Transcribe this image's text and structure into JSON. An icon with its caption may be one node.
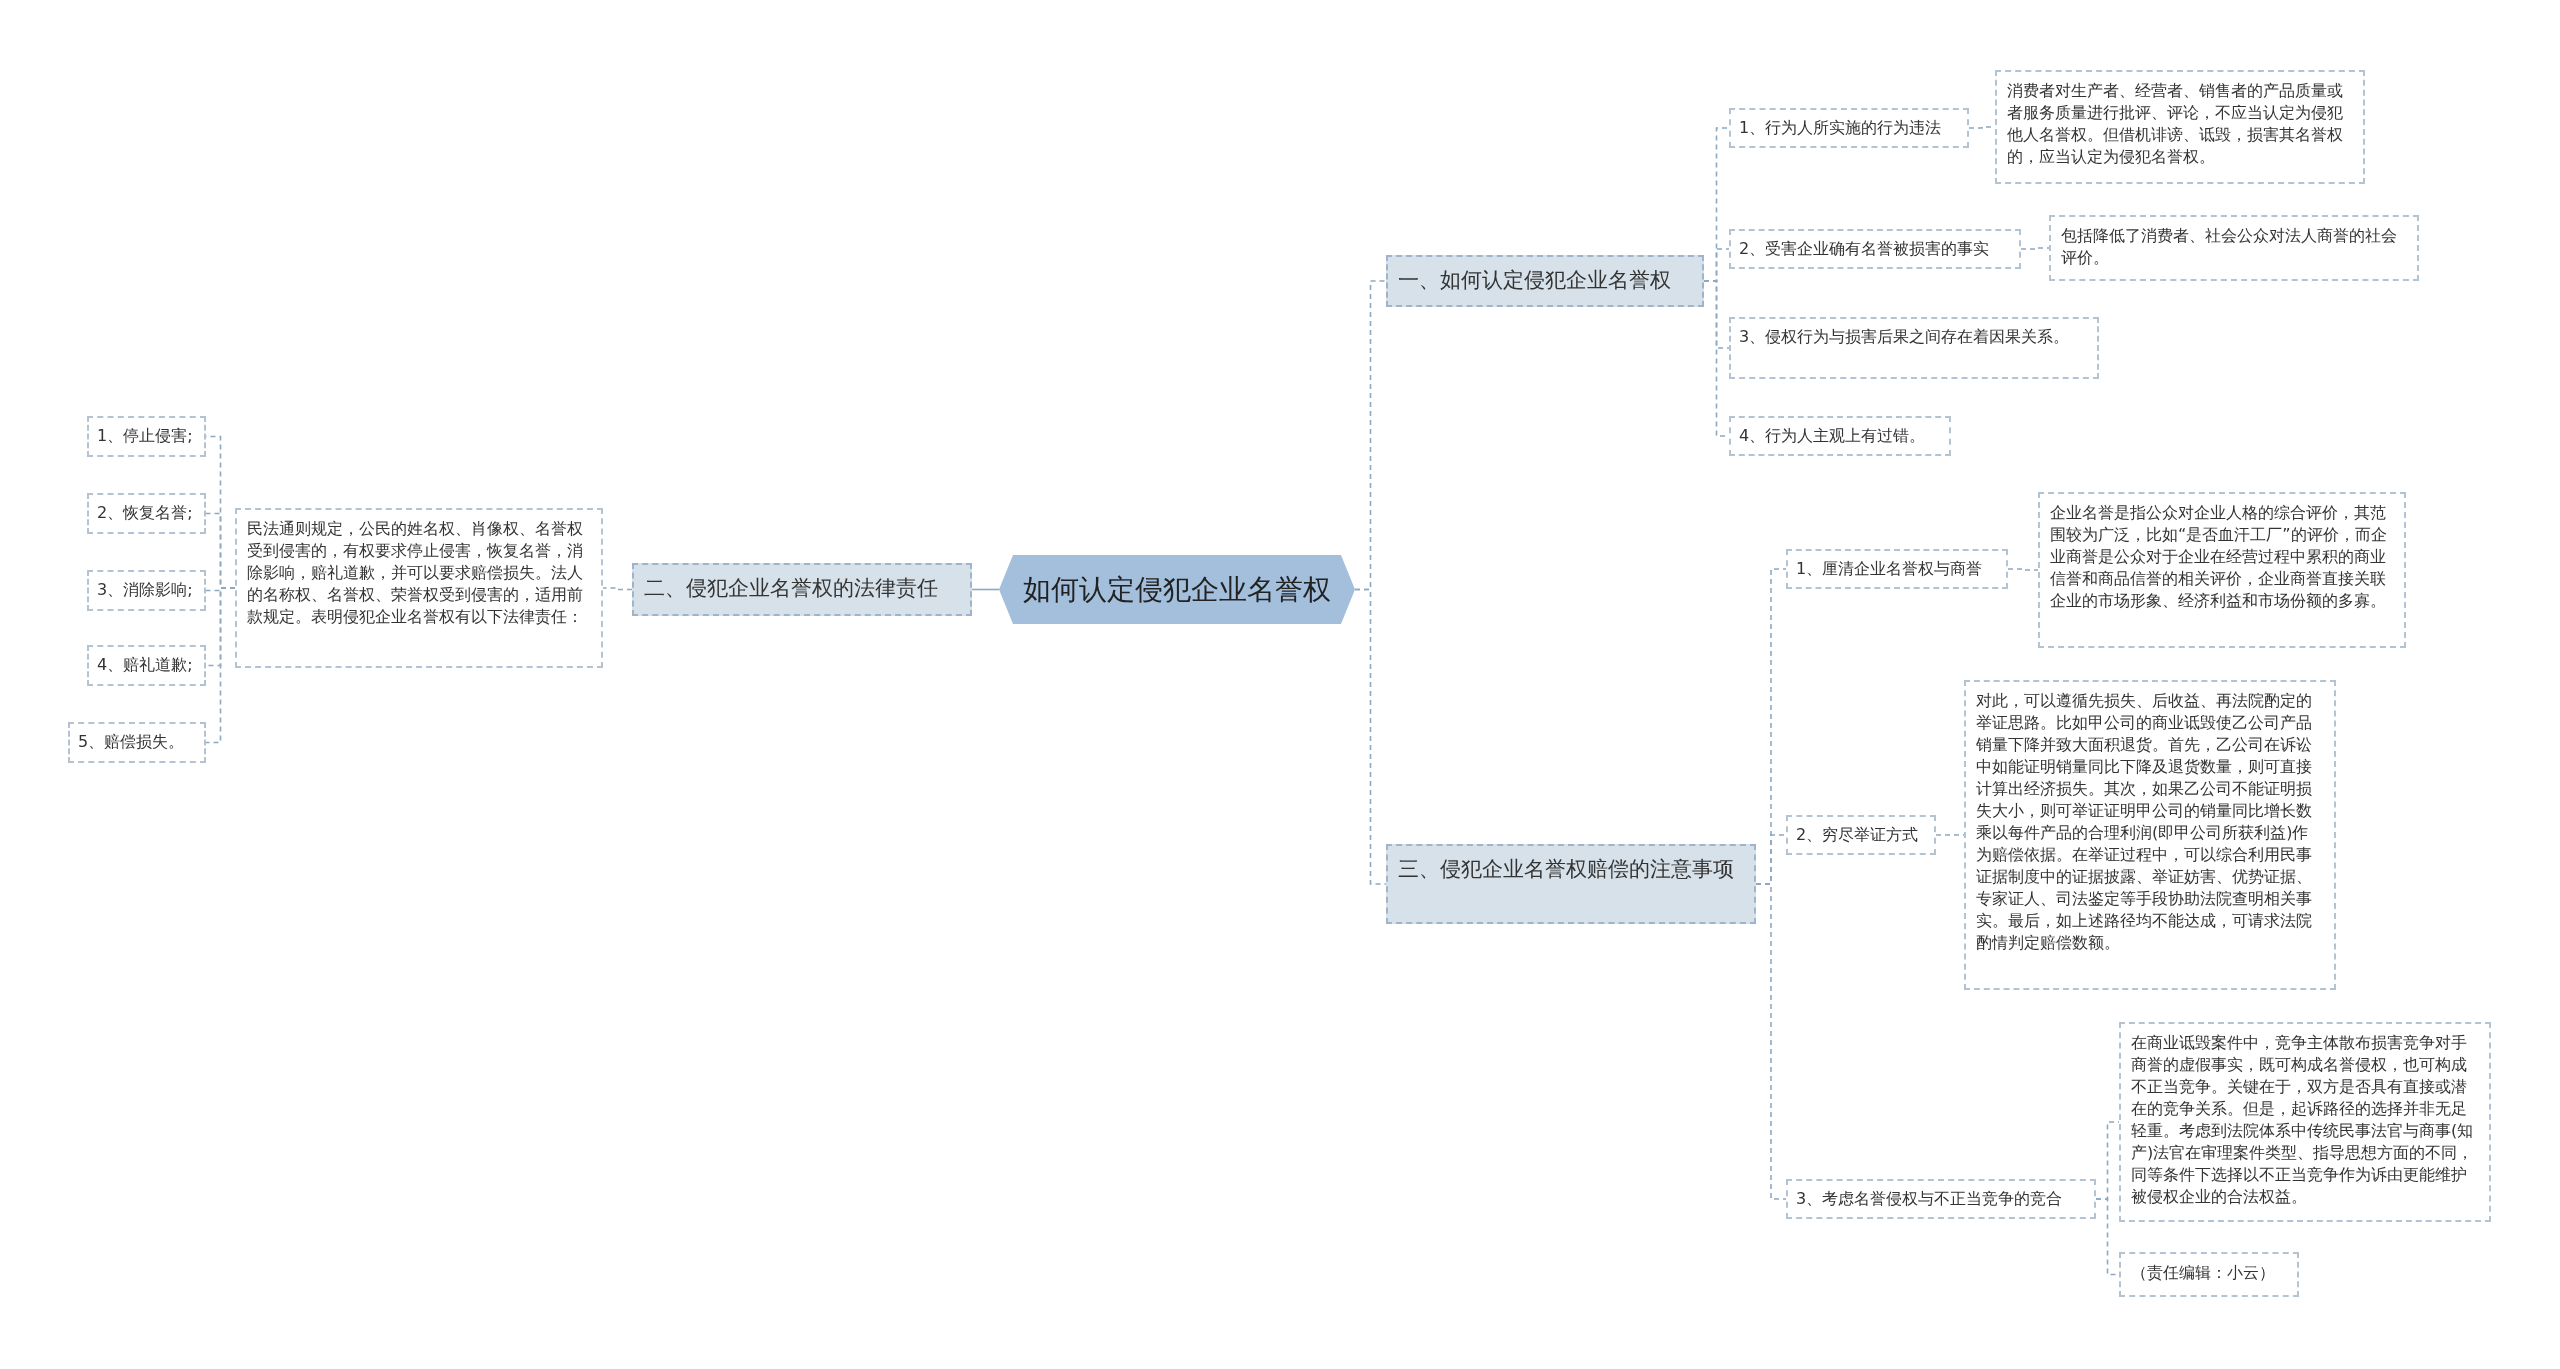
{
  "diagram": {
    "nodes": [
      {
        "text": [
          "如何认定侵犯企业名誉权"
        ]
      },
      {
        "text": [
          "一、如何认定侵犯企业名誉权"
        ]
      },
      {
        "text": [
          "1、行为人所实施的行为违法"
        ]
      },
      {
        "text": [
          "消费者对生产者、经营者、销售者的产品质量或者服务质量进行批评、评论，不应当认定为侵犯他人名誉权。但借机诽谤、诋毁，损害其名誉权的，应当认定为侵犯名誉权。"
        ]
      },
      {
        "text": [
          "2、受害企业确有名誉被损害的事实"
        ]
      },
      {
        "text": [
          "包括降低了消费者、社会公众对法人商誉的社会评价。"
        ]
      },
      {
        "text": [
          "3、侵权行为与损害后果之间存在着因果关系。"
        ]
      },
      {
        "text": [
          "4、行为人主观上有过错。"
        ]
      },
      {
        "text": [
          "二、侵犯企业名誉权的法律责任"
        ]
      },
      {
        "text": [
          "民法通则规定，公民的姓名权、肖像权、名誉权受到侵害的，有权要求停止侵害，恢复名誉，消除影响，赔礼道歉，并可以要求赔偿损失。法人的名称权、名誉权、荣誉权受到侵害的，适用前款规定。表明侵犯企业名誉权有以下法律责任："
        ]
      },
      {
        "text": [
          "1、停止侵害;"
        ]
      },
      {
        "text": [
          "2、恢复名誉;"
        ]
      },
      {
        "text": [
          "3、消除影响;"
        ]
      },
      {
        "text": [
          "4、赔礼道歉;"
        ]
      },
      {
        "text": [
          "5、赔偿损失。"
        ]
      },
      {
        "text": [
          "三、侵犯企业名誉权赔偿的注意事项"
        ]
      },
      {
        "text": [
          "1、厘清企业名誉权与商誉"
        ]
      },
      {
        "text": [
          "企业名誉是指公众对企业人格的综合评价，其范围较为广泛，比如“是否血汗工厂”的评价，而企业商誉是公众对于企业在经营过程中累积的商业信誉和商品信誉的相关评价，企业商誉直接关联企业的市场形象、经济利益和市场份额的多寡。"
        ]
      },
      {
        "text": [
          "2、穷尽举证方式"
        ]
      },
      {
        "text": [
          "对此，可以遵循先损失、后收益、再法院酌定的举证思路。比如甲公司的商业诋毁使乙公司产品销量下降并致大面积退货。首先，乙公司在诉讼中如能证明销量同比下降及退货数量，则可直接计算出经济损失。其次，如果乙公司不能证明损失大小，则可举证证明甲公司的销量同比增长数乘以每件产品的合理利润(即甲公司所获利益)作为赔偿依据。在举证过程中，可以综合利用民事证据制度中的证据披露、举证妨害、优势证据、专家证人、司法鉴定等手段协助法院查明相关事实。最后，如上述路径均不能达成，可请求法院酌情判定赔偿数额。"
        ]
      },
      {
        "text": [
          "3、考虑名誉侵权与不正当竞争的竞合"
        ]
      },
      {
        "text": [
          "在商业诋毁案件中，竞争主体散布损害竞争对手商誉的虚假事实，既可构成名誉侵权，也可构成不正当竞争。关键在于，双方是否具有直接或潜在的竞争关系。但是，起诉路径的选择并非无足轻重。考虑到法院体系中传统民事法官与商事(知产)法官在审理案件类型、指导思想方面的不同，同等条件下选择以不正当竞争作为诉由更能维护被侵权企业的合法权益。"
        ]
      },
      {
        "text": [
          "（责任编辑：小云）"
        ]
      }
    ],
    "edges": [
      {
        "from": 0,
        "to": 1,
        "arrow": "none",
        "style": "dashed"
      },
      {
        "from": 1,
        "to": 2,
        "arrow": "none",
        "style": "dashed"
      },
      {
        "from": 2,
        "to": 3,
        "arrow": "none",
        "style": "dashed"
      },
      {
        "from": 1,
        "to": 4,
        "arrow": "none",
        "style": "dashed"
      },
      {
        "from": 4,
        "to": 5,
        "arrow": "none",
        "style": "dashed"
      },
      {
        "from": 1,
        "to": 6,
        "arrow": "none",
        "style": "dashed"
      },
      {
        "from": 1,
        "to": 7,
        "arrow": "none",
        "style": "dashed"
      },
      {
        "from": 0,
        "to": 8,
        "arrow": "none"
      },
      {
        "from": 8,
        "to": 9,
        "arrow": "none",
        "style": "dashed"
      },
      {
        "from": 9,
        "to": 10,
        "arrow": "none",
        "style": "dashed"
      },
      {
        "from": 9,
        "to": 11,
        "arrow": "none",
        "style": "dashed"
      },
      {
        "from": 9,
        "to": 12,
        "arrow": "none",
        "style": "dashed"
      },
      {
        "from": 9,
        "to": 13,
        "arrow": "none",
        "style": "dashed"
      },
      {
        "from": 9,
        "to": 14,
        "arrow": "none",
        "style": "dashed"
      },
      {
        "from": 0,
        "to": 15,
        "arrow": "none",
        "style": "dashed"
      },
      {
        "from": 15,
        "to": 16,
        "arrow": "none",
        "style": "dashed"
      },
      {
        "from": 16,
        "to": 17,
        "arrow": "none",
        "style": "dashed"
      },
      {
        "from": 15,
        "to": 18,
        "arrow": "none",
        "style": "dashed"
      },
      {
        "from": 18,
        "to": 19,
        "arrow": "none",
        "style": "dashed"
      },
      {
        "from": 15,
        "to": 20,
        "arrow": "none",
        "style": "dashed"
      },
      {
        "from": 20,
        "to": 21,
        "arrow": "none",
        "style": "dashed"
      },
      {
        "from": 20,
        "to": 22,
        "arrow": "none",
        "style": "dashed"
      }
    ]
  }
}
